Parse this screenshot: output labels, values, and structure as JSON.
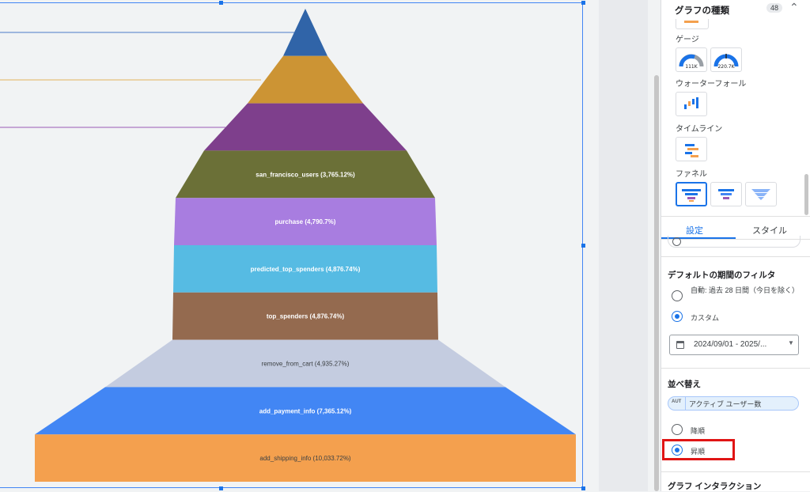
{
  "funnel": {
    "stages": [
      {
        "label": "",
        "color": "#3064a8"
      },
      {
        "label": "",
        "color": "#cc9434"
      },
      {
        "label": "",
        "color": "#7e3f8c"
      },
      {
        "label": "san_francisco_users (3,765.12%)",
        "color": "#6b7037"
      },
      {
        "label": "purchase (4,790.7%)",
        "color": "#a87de0"
      },
      {
        "label": "predicted_top_spenders (4,876.74%)",
        "color": "#56bbe3"
      },
      {
        "label": "top_spenders (4,876.74%)",
        "color": "#946a4f"
      },
      {
        "label": "remove_from_cart (4,935.27%)",
        "color": "#c4cce0"
      },
      {
        "label": "add_payment_info (7,365.12%)",
        "color": "#4286f4"
      },
      {
        "label": "add_shipping_info (10,033.72%)",
        "color": "#f4a04e"
      }
    ],
    "leader_colors": [
      "#4a7bc8",
      "#e4b35c",
      "#9b59b6"
    ]
  },
  "panel": {
    "section_title": "グラフの種類",
    "count_badge": "48",
    "gauge_label": "ゲージ",
    "gauge1_value": "111K",
    "gauge2_value": "220.7K",
    "waterfall_label": "ウォーターフォール",
    "timeline_label": "タイムライン",
    "funnel_label": "ファネル",
    "tab_setup": "設定",
    "tab_style": "スタイル",
    "date_filter_title": "デフォルトの期間のフィルタ",
    "auto_option": "自動: 過去 28 日間（今日を除く）",
    "custom_option": "カスタム",
    "date_range": "2024/09/01 - 2025/...",
    "sort_title": "並べ替え",
    "sort_field_badge": "AUT",
    "sort_field": "アクティブ ユーザー数",
    "desc_label": "降順",
    "asc_label": "昇順",
    "interaction_title": "グラフ インタラクション"
  }
}
